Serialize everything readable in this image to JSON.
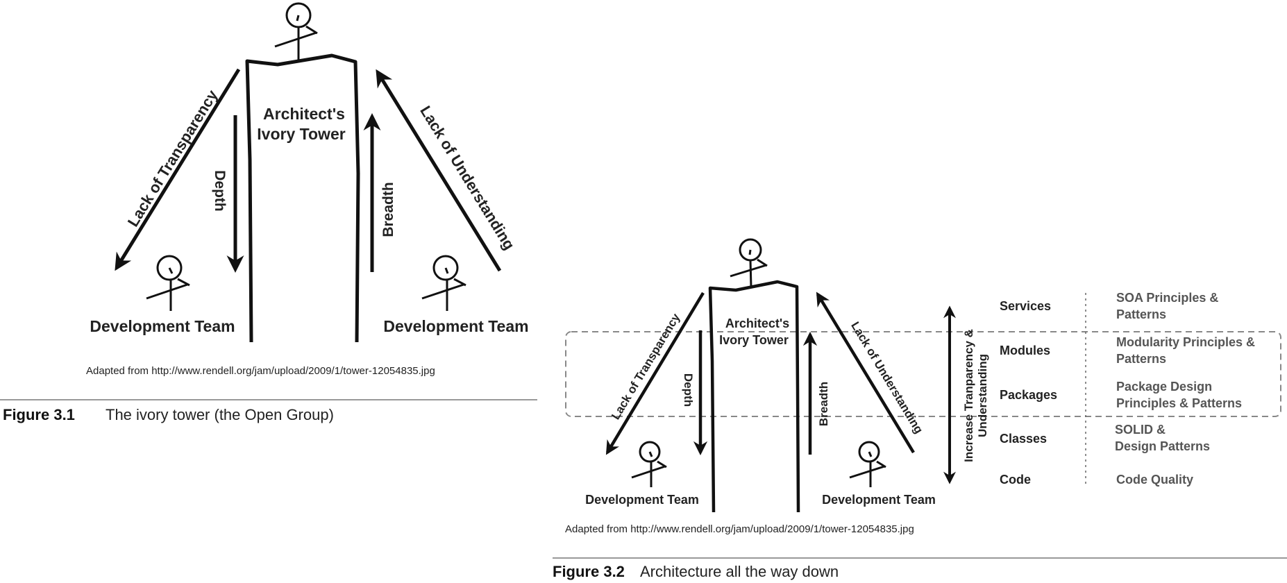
{
  "figure1": {
    "tower_label_line1": "Architect's",
    "tower_label_line2": "Ivory Tower",
    "left_arrow_label": "Lack of Transparency",
    "right_arrow_label": "Lack of Understanding",
    "depth_label": "Depth",
    "breadth_label": "Breadth",
    "team_left": "Development Team",
    "team_right": "Development Team",
    "source": "Adapted from http://www.rendell.org/jam/upload/2009/1/tower-12054835.jpg",
    "caption_number": "Figure 3.1",
    "caption_text": "The ivory tower (the Open Group)"
  },
  "figure2": {
    "tower_label_line1": "Architect's",
    "tower_label_line2": "Ivory Tower",
    "left_arrow_label": "Lack of Transparency",
    "right_arrow_label": "Lack of Understanding",
    "depth_label": "Depth",
    "breadth_label": "Breadth",
    "team_left": "Development Team",
    "team_right": "Development Team",
    "vertical_label_line1": "Increase Tranparency &",
    "vertical_label_line2": "Understanding",
    "rows": [
      {
        "level": "Services",
        "desc1": "SOA Principles &",
        "desc2": "Patterns"
      },
      {
        "level": "Modules",
        "desc1": "Modularity Principles &",
        "desc2": "Patterns"
      },
      {
        "level": "Packages",
        "desc1": "Package Design",
        "desc2": "Principles & Patterns"
      },
      {
        "level": "Classes",
        "desc1": "SOLID &",
        "desc2": "Design Patterns"
      },
      {
        "level": "Code",
        "desc1": "Code Quality",
        "desc2": ""
      }
    ],
    "source": "Adapted from http://www.rendell.org/jam/upload/2009/1/tower-12054835.jpg",
    "caption_number": "Figure 3.2",
    "caption_text": "Architecture all the way down"
  }
}
